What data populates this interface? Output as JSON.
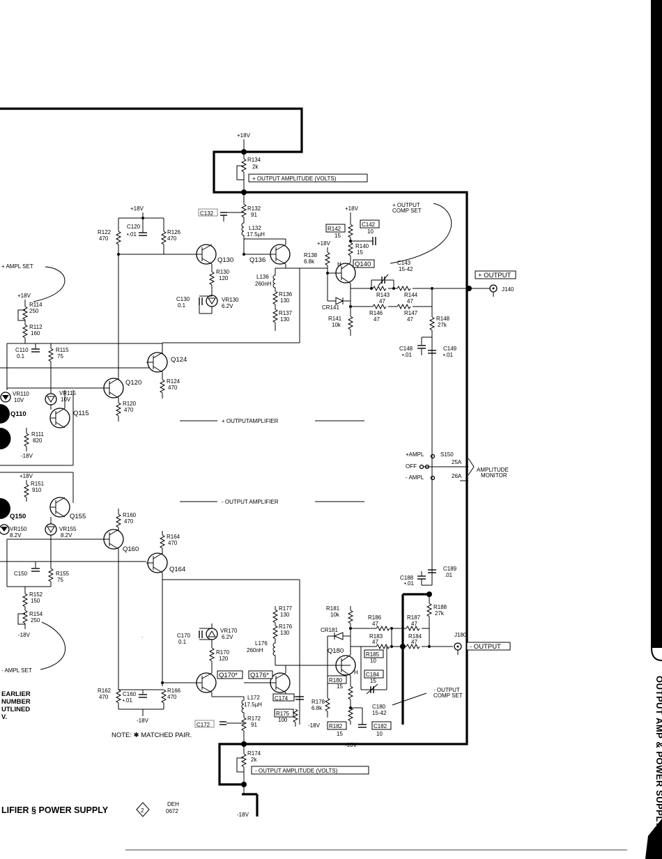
{
  "labels": {
    "plus_18v_top": "+18V",
    "r134": "R134",
    "r134_v": "2k",
    "out_amp_plus": "+ OUTPUT AMPLITUDE (VOLTS)",
    "plus_18v_a": "+18V",
    "plus_18v_b": "+18V",
    "plus_18v_c": "+18V",
    "out_comp_set_plus_1": "+ OUTPUT",
    "out_comp_set_plus_2": "COMP SET",
    "c132": "C132",
    "r132": "R132",
    "r132_v": "91",
    "l132": "L132",
    "l132_v": "17.5µH",
    "c120": "C120",
    "c120_v": "•.01",
    "r122": "R122",
    "r122_v": "470",
    "r126": "R126",
    "r126_v": "470",
    "r142": "R142",
    "r142_v": "15",
    "c142": "C142",
    "c142_v": "10",
    "r140": "R140",
    "r140_v": "15",
    "r138": "R138",
    "r138_v": "6.8k",
    "q140": "Q140",
    "c143": "C143",
    "c143_v": "15-42",
    "q130": "Q130",
    "q136": "Q136",
    "r130": "R130",
    "r130_v": "120",
    "l136": "L136",
    "l136_v": "260nH",
    "ampl_set_plus": "+ AMPL SET",
    "r114": "R114",
    "r114_v": "250",
    "c130": "C130",
    "c130_v": "0.1",
    "vr130": "VR130",
    "vr130_v": "6.2V",
    "r136": "R136",
    "r136_v": "130",
    "r137": "R137",
    "r137_v": "130",
    "cr141": "CR141",
    "r143": "R143",
    "r143_v": "47",
    "r144": "R144",
    "r144_v": "47",
    "r146": "R146",
    "r146_v": "47",
    "r147": "R147",
    "r147_v": "47",
    "r141": "R141",
    "r141_v": "10k",
    "r148": "R148",
    "r148_v": "27k",
    "out_plus": "+ OUTPUT",
    "j140": "J140",
    "r112": "R112",
    "r112_v": "160",
    "c110": "C110",
    "c110_v": "0.1",
    "r115": "R115",
    "r115_v": "75",
    "c148": "C148",
    "c148_v": "•.01",
    "c149": "C149",
    "c149_v": "•.01",
    "q124": "Q124",
    "q120": "Q120",
    "r124": "R124",
    "r124_v": "470",
    "vr110": "VR110",
    "vr110_v": "10V",
    "vr115": "VR115",
    "vr115_v": "10V",
    "r120": "R120",
    "r120_v": "470",
    "q110": "Q110",
    "q115": "Q115",
    "plus_output_amplifier": "+ OUTPUT​AMPLIFIER",
    "r111": "R111",
    "r111_v": "820",
    "minus_18v_a": "-18V",
    "plus_ampl": "+AMPL",
    "s150": "S150",
    "off": "OFF",
    "minus_ampl": "- AMPL",
    "s25a": "25A",
    "s26a": "26A",
    "amplitude_monitor_1": "AMPLITUDE",
    "amplitude_monitor_2": "MONITOR",
    "plus_18v_d": "+18V",
    "r151": "R151",
    "r151_v": "910",
    "minus_output_amplifier": "- OUTPUT AMPLIFIER",
    "q150": "Q150",
    "q155": "Q155",
    "r160": "R160",
    "r160_v": "470",
    "vr150": "VR150",
    "vr150_v": "8.2V",
    "vr155": "VR155",
    "vr155_v": "8.2V",
    "r164": "R164",
    "r164_v": "470",
    "q160": "Q160",
    "q164": "Q164",
    "c150": "C150",
    "r155": "R155",
    "r155_v": "75",
    "c189": "C189",
    "c189_v": ".01",
    "c188": "C188",
    "c188_v": "•.01",
    "r152": "R152",
    "r152_v": "150",
    "r177": "R177",
    "r177_v": "130",
    "r176": "R176",
    "r176_v": "130",
    "r154": "R154",
    "r154_v": "250",
    "vr170": "VR170",
    "vr170_v": "6.2V",
    "c170": "C170",
    "c170_v": "0.1",
    "r181": "R181",
    "r181_v": "10k",
    "cr181": "CR181",
    "r186": "R186",
    "r186_v": "47",
    "r187": "R187",
    "r187_v": "47",
    "r188": "R188",
    "r188_v": "27k",
    "r183": "R183",
    "r183_v": "47",
    "r184": "R184",
    "r184_v": "47",
    "j180": "J180",
    "minus_18v_b": "-18V",
    "l176": "L176",
    "l176_v": "260nH",
    "r170": "R170",
    "r170_v": "120",
    "q180": "Q180",
    "r185": "R185",
    "r185_v": "10",
    "out_minus": "- OUTPUT",
    "c184": "C184",
    "c184_v": "15",
    "ampl_set_minus": "- AMPL SET",
    "q170": "Q170*",
    "q176": "Q176*",
    "r180": "R180",
    "r180_v": "15",
    "r162": "R162",
    "r162_v": "470",
    "c160": "C160",
    "c160_v": "•.01",
    "r166": "R166",
    "r166_v": "470",
    "l172": "L172",
    "l172_v": "17.5µH",
    "c174": "C174",
    "r178": "R178",
    "r178_v": "6.8k",
    "minus_18v_c": "-18V",
    "c180": "C180",
    "c180_v": "15-42",
    "out_comp_set_minus_1": "- OUTPUT",
    "out_comp_set_minus_2": "COMP SET",
    "earlier": "EARLIER",
    "number": "NUMBER",
    "utlined": "UTLINED",
    "vdot": "V.",
    "r175": "R175",
    "r175_v": "100",
    "r182": "R182",
    "r182_v": "15",
    "c182": "C182",
    "c182_v": "10",
    "minus_18v_d": "-18V",
    "minus_18v_e": "-18V",
    "c172": "C172",
    "r172": "R172",
    "r172_v": "91",
    "note": "NOTE: ✱ MATCHED PAIR.",
    "r174": "R174",
    "r174_v": "2k",
    "out_amp_minus": "- OUTPUT AMPLITUDE (VOLTS)",
    "footer_title": "LIFIER § POWER SUPPLY",
    "diamond_num": "2",
    "deh": "DEH",
    "deh_date": "0672",
    "minus_18v_bottom": "-18V",
    "side_tab": "OUTPUT AMP & POWER SUPPLY"
  }
}
